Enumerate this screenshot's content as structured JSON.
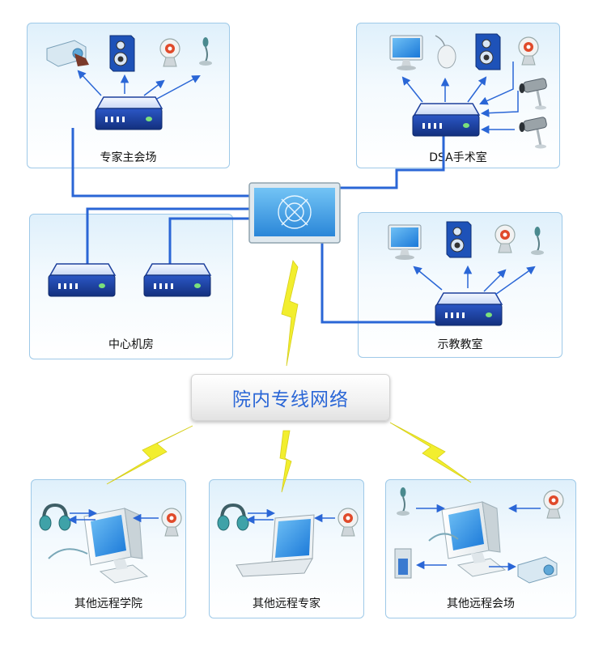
{
  "panels": {
    "expert_main": "专家主会场",
    "dsa": "DSA手术室",
    "center": "中心机房",
    "teaching": "示教教室",
    "remote_school": "其他远程学院",
    "remote_expert": "其他远程专家",
    "remote_venue": "其他远程会场"
  },
  "network": {
    "label": "院内专线网络"
  },
  "colors": {
    "wire": "#2a66d6",
    "lightning": "#f2ee2e",
    "panel_border": "#9ec9e8",
    "server": "#1c3f9c"
  }
}
